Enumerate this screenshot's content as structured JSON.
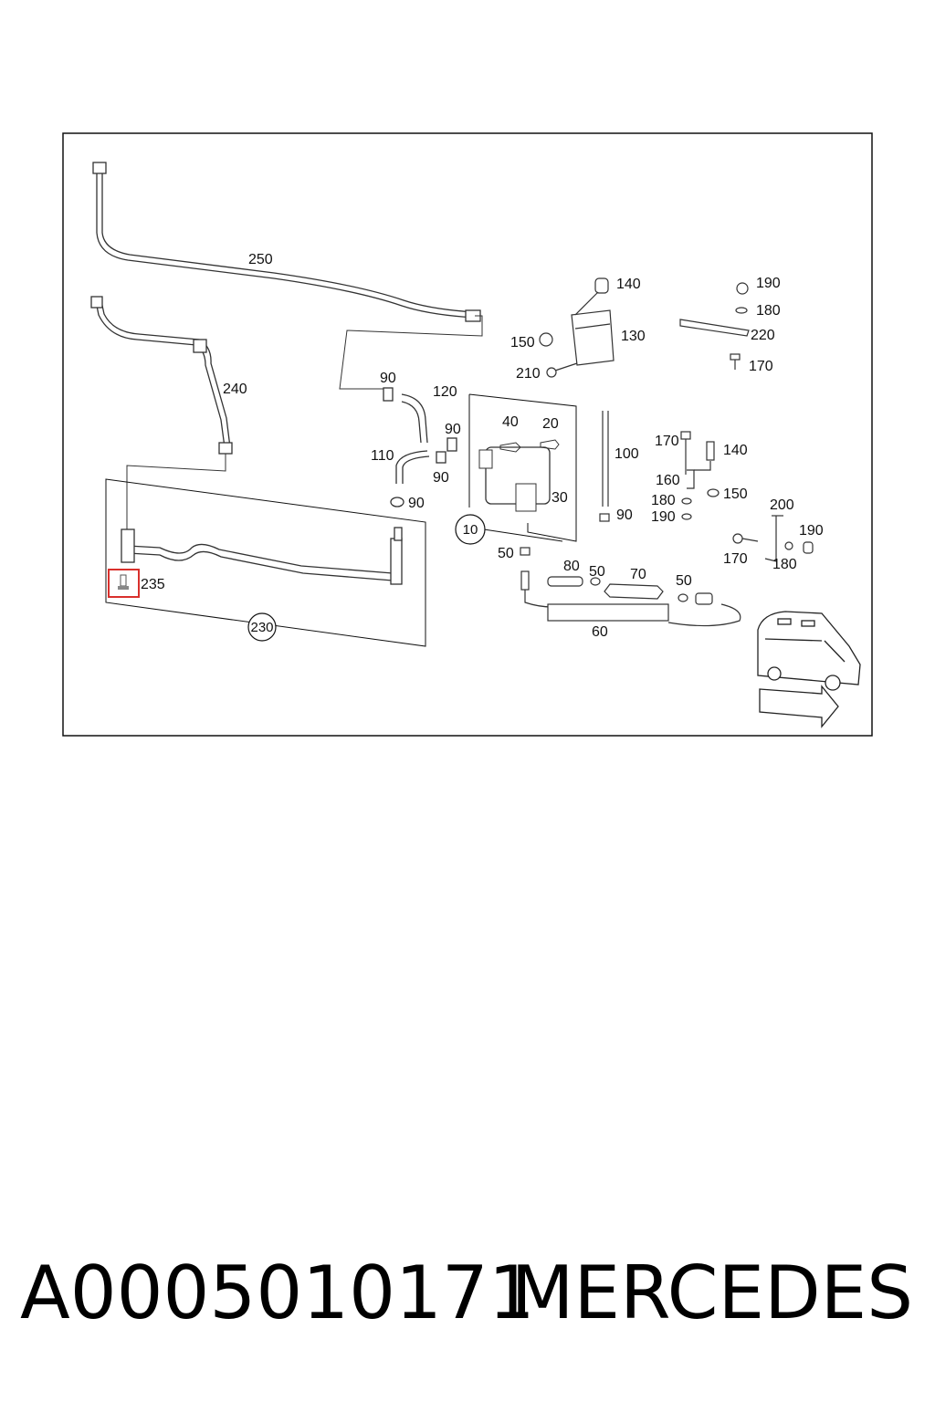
{
  "diagram": {
    "callouts": [
      {
        "id": "c250",
        "text": "250"
      },
      {
        "id": "c240",
        "text": "240"
      },
      {
        "id": "c235",
        "text": "235"
      },
      {
        "id": "c230",
        "text": "230"
      },
      {
        "id": "c140a",
        "text": "140"
      },
      {
        "id": "c130",
        "text": "130"
      },
      {
        "id": "c150a",
        "text": "150"
      },
      {
        "id": "c210",
        "text": "210"
      },
      {
        "id": "c190a",
        "text": "190"
      },
      {
        "id": "c180a",
        "text": "180"
      },
      {
        "id": "c220",
        "text": "220"
      },
      {
        "id": "c170a",
        "text": "170"
      },
      {
        "id": "c90a",
        "text": "90"
      },
      {
        "id": "c120",
        "text": "120"
      },
      {
        "id": "c90b",
        "text": "90"
      },
      {
        "id": "c110",
        "text": "110"
      },
      {
        "id": "c90c",
        "text": "90"
      },
      {
        "id": "c90d",
        "text": "90"
      },
      {
        "id": "c40",
        "text": "40"
      },
      {
        "id": "c20",
        "text": "20"
      },
      {
        "id": "c30",
        "text": "30"
      },
      {
        "id": "c10",
        "text": "10"
      },
      {
        "id": "c100",
        "text": "100"
      },
      {
        "id": "c90e",
        "text": "90"
      },
      {
        "id": "c170b",
        "text": "170"
      },
      {
        "id": "c140b",
        "text": "140"
      },
      {
        "id": "c160",
        "text": "160"
      },
      {
        "id": "c150b",
        "text": "150"
      },
      {
        "id": "c180b",
        "text": "180"
      },
      {
        "id": "c190b",
        "text": "190"
      },
      {
        "id": "c200",
        "text": "200"
      },
      {
        "id": "c190c",
        "text": "190"
      },
      {
        "id": "c170c",
        "text": "170"
      },
      {
        "id": "c180c",
        "text": "180"
      },
      {
        "id": "c50a",
        "text": "50"
      },
      {
        "id": "c80",
        "text": "80"
      },
      {
        "id": "c50b",
        "text": "50"
      },
      {
        "id": "c70",
        "text": "70"
      },
      {
        "id": "c50c",
        "text": "50"
      },
      {
        "id": "c60",
        "text": "60"
      }
    ],
    "highlight_color": "#d9302c"
  },
  "footer": {
    "part_number": "A0005010171",
    "brand": "MERCEDES"
  }
}
